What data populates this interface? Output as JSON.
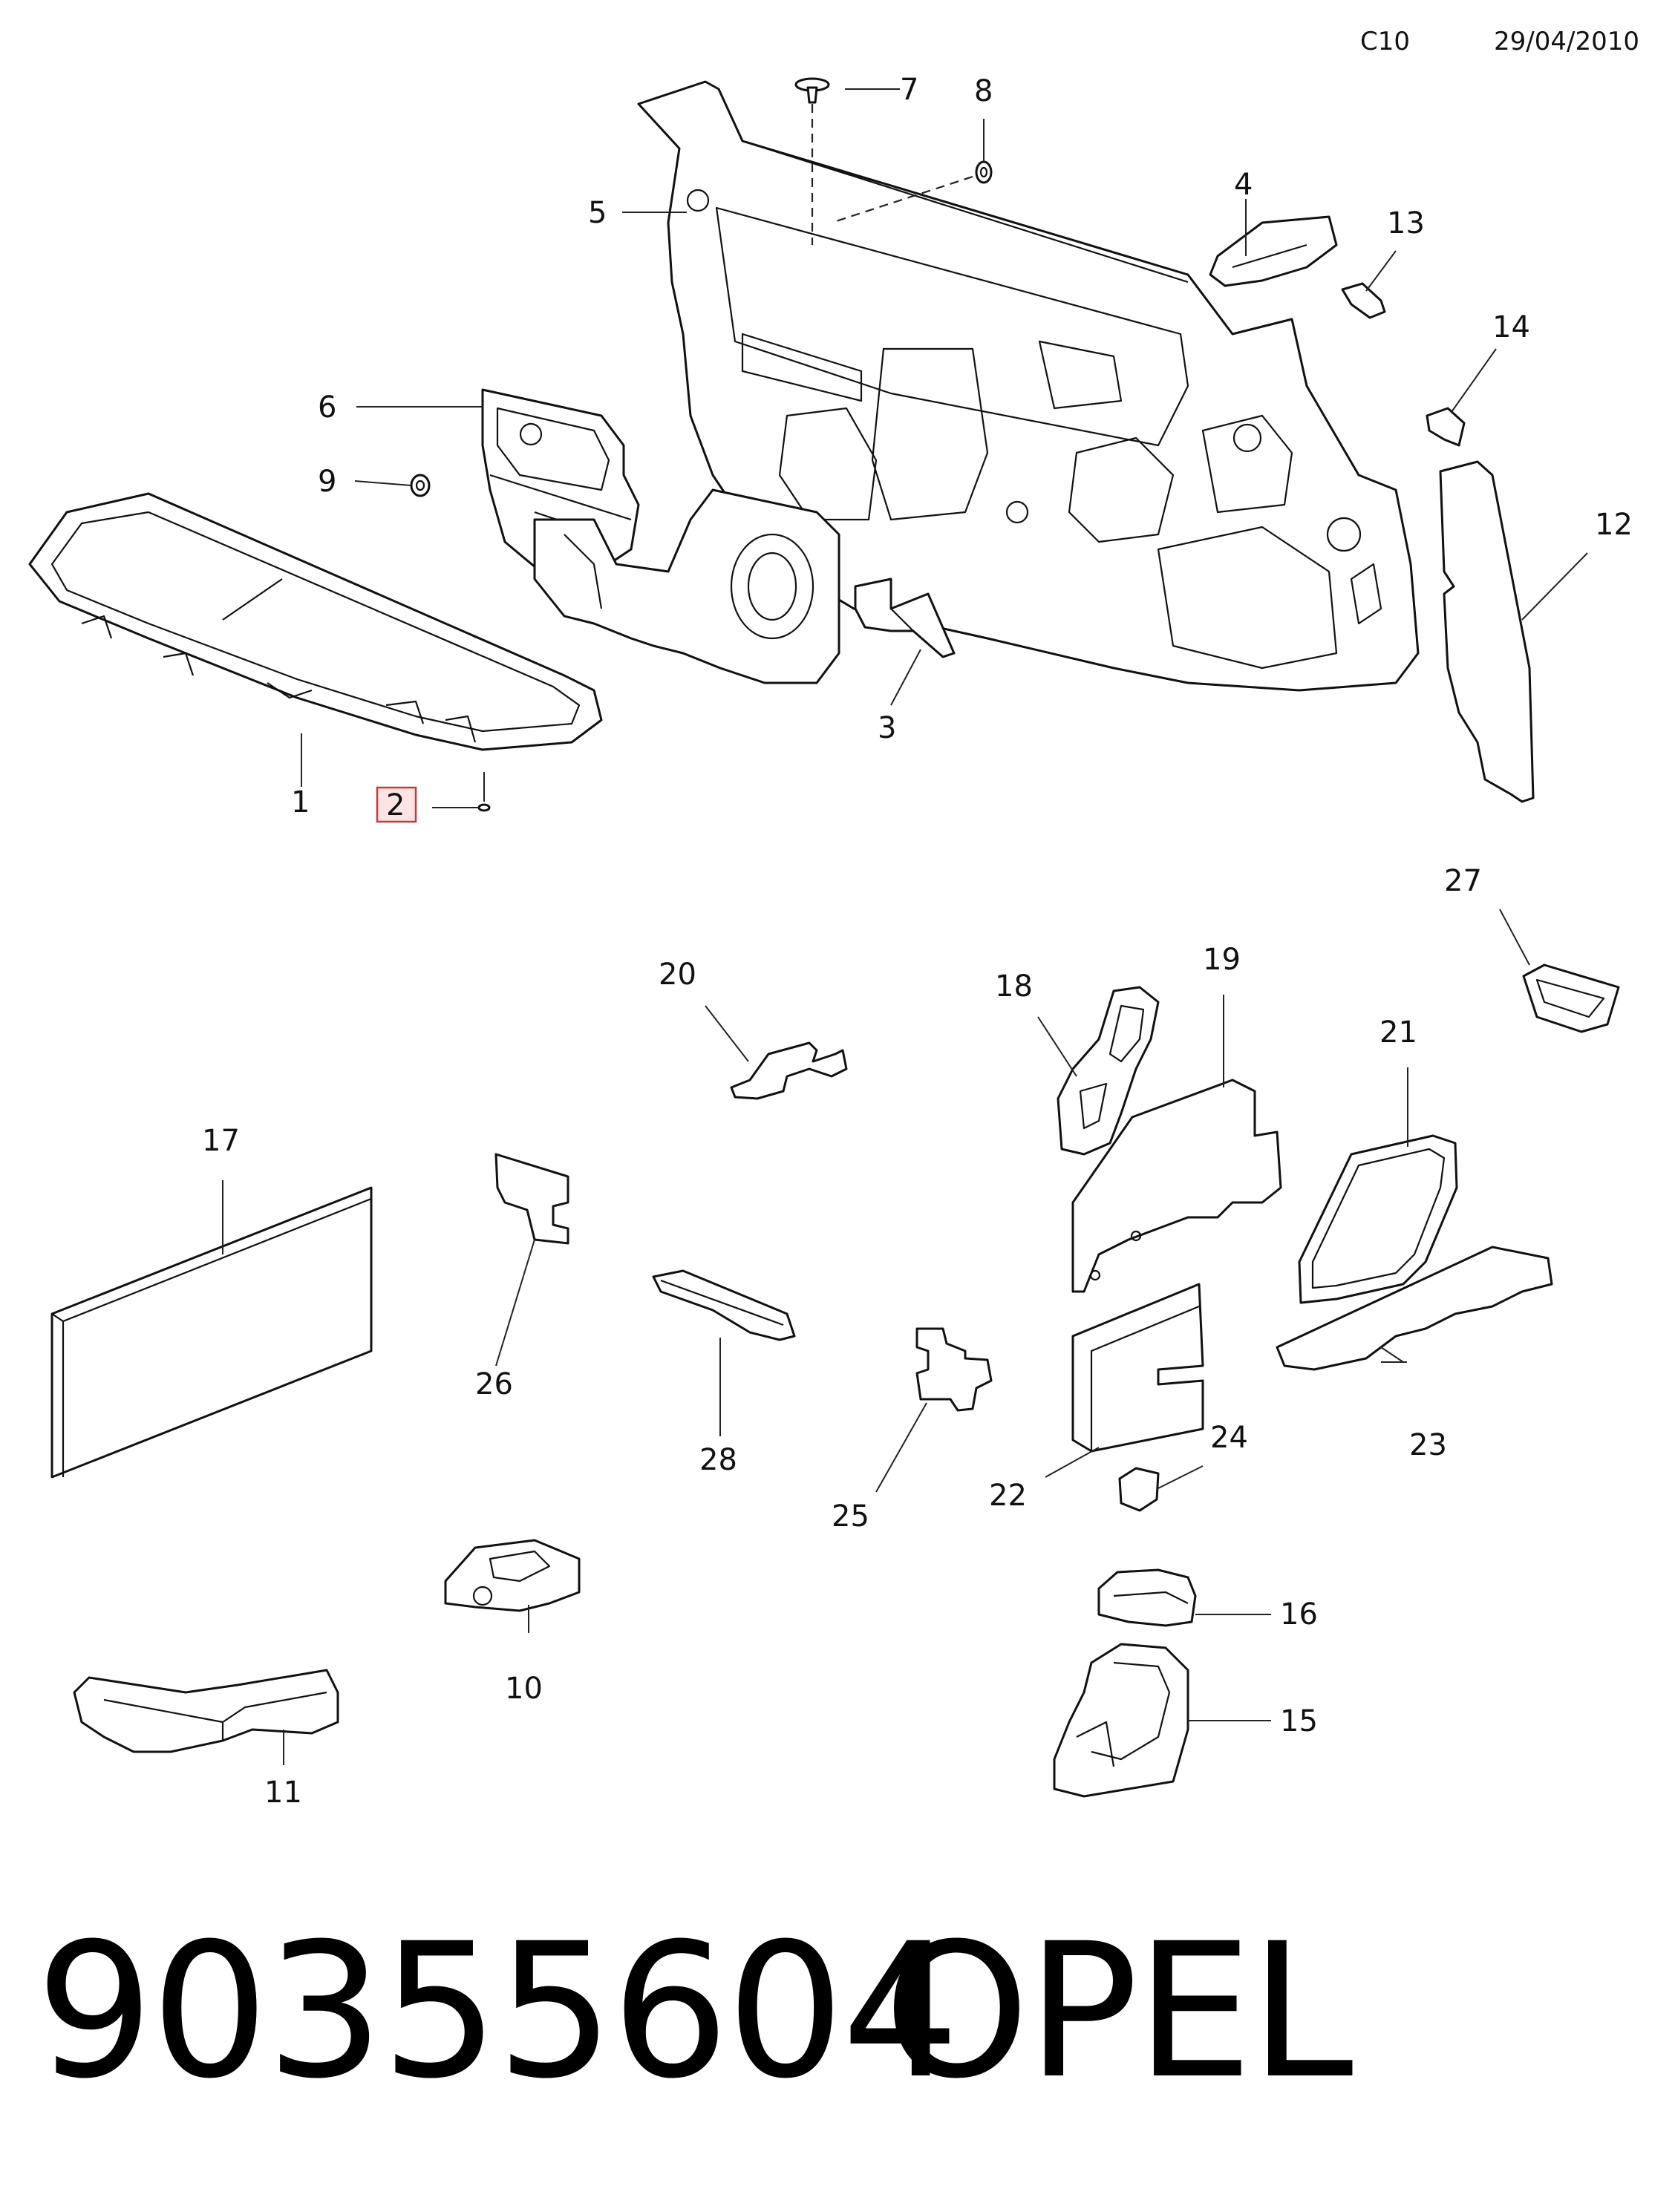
{
  "header": {
    "code": "C10",
    "date": "29/04/2010"
  },
  "footer": {
    "part_number": "90355604",
    "brand": "OPEL"
  },
  "callouts": {
    "c1": "1",
    "c2": "2",
    "c3": "3",
    "c4": "4",
    "c5": "5",
    "c6": "6",
    "c7": "7",
    "c8": "8",
    "c9": "9",
    "c10": "10",
    "c11": "11",
    "c12": "12",
    "c13": "13",
    "c14": "14",
    "c15": "15",
    "c16": "16",
    "c17": "17",
    "c18": "18",
    "c19": "19",
    "c20": "20",
    "c21": "21",
    "c22": "22",
    "c23": "23",
    "c24": "24",
    "c25": "25",
    "c26": "26",
    "c27": "27",
    "c28": "28"
  },
  "highlighted_callout": "2",
  "colors": {
    "line": "#111111",
    "highlight_fill": "#fde4e4",
    "highlight_stroke": "#c83a3a"
  }
}
